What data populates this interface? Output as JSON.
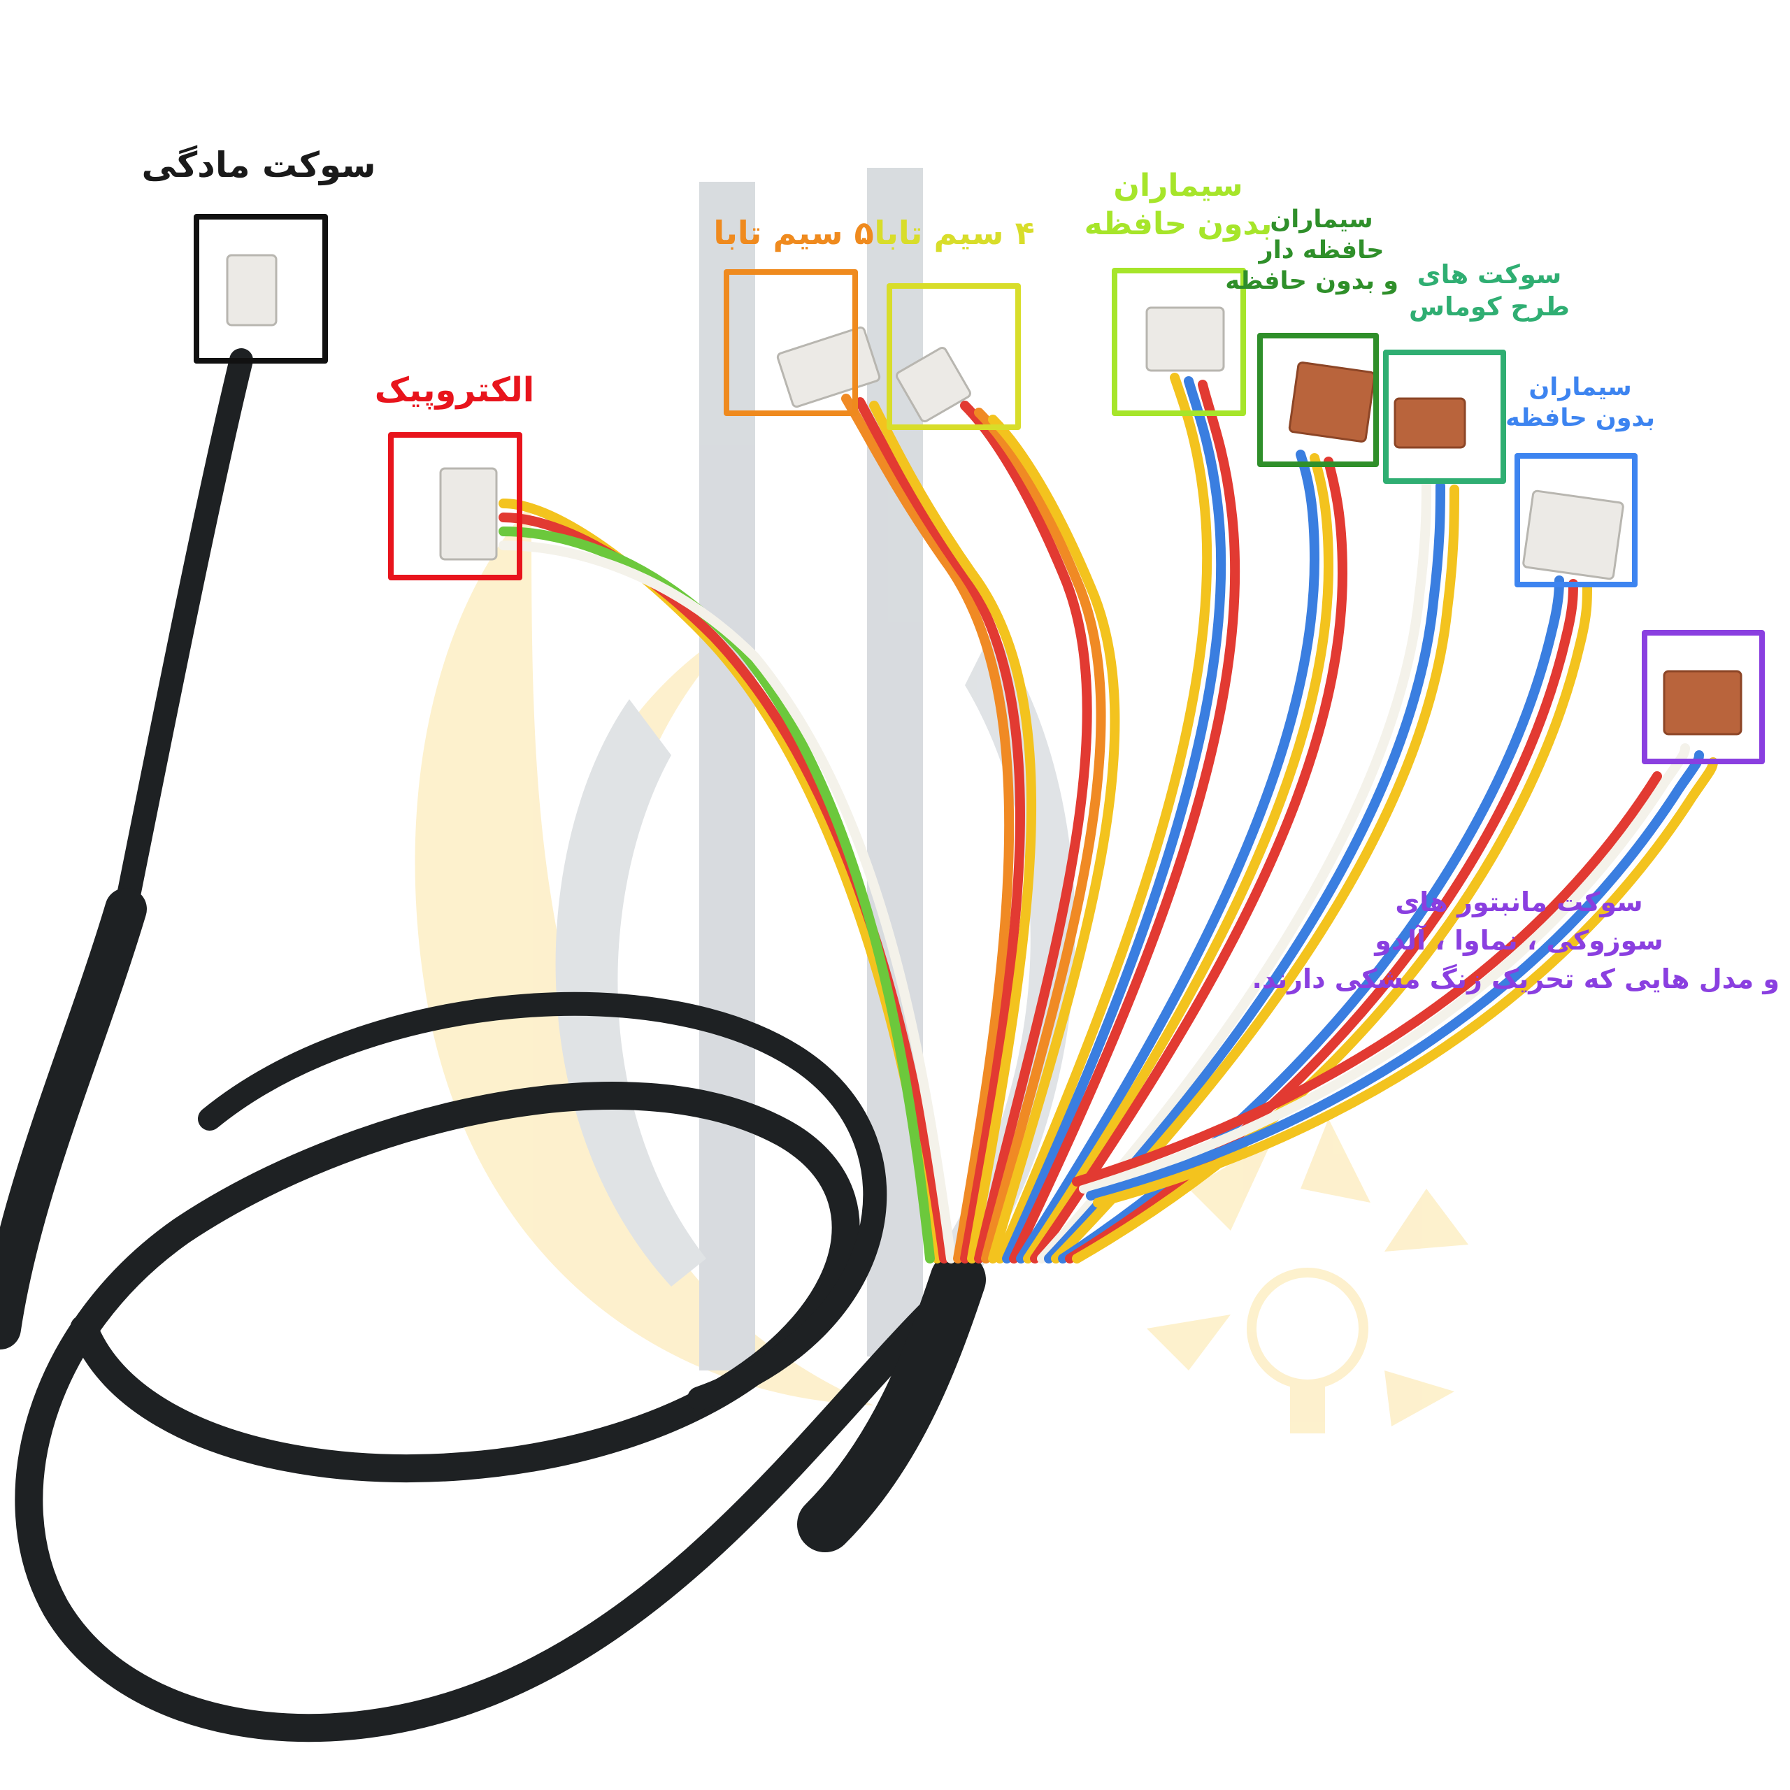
{
  "labels": {
    "female_socket": {
      "text": "سوکت مادگی",
      "color": "#1a1a1a"
    },
    "electropic": {
      "text": "الکتروپیک",
      "color": "#e8141c"
    },
    "taba5": {
      "text": "۵ سیم تابا",
      "color": "#ef8a1e"
    },
    "taba4": {
      "text": "۴ سیم تابا",
      "color": "#d8dd2a"
    },
    "simaran_no_memory_1": {
      "line1": "سیماران",
      "line2": "بدون حافظه",
      "color": "#a6e52a"
    },
    "simaran_memory": {
      "line1": "سیماران",
      "line2": "حافظه دار",
      "line3": "و بدون حافظه",
      "color": "#2f8f2a"
    },
    "komas": {
      "line1": "سوکت های",
      "line2": "طرح کوماس",
      "color": "#2fae72"
    },
    "simaran_no_memory_2": {
      "line1": "سیماران",
      "line2": "بدون حافظه",
      "color": "#3d84f0"
    },
    "suzuki": {
      "line1": "سوکت مانبتور های",
      "line2": "سوزوکی ، نماوا ، آلدو",
      "line3": "و مدل هایی که تحریک زنگ مشکی دارند.",
      "color": "#8a3fe0"
    }
  },
  "colors": {
    "cable_black": "#1e2123",
    "watermark_gray": "#d4d8dc",
    "watermark_yellow": "#fdefc8",
    "wire_red": "#e23a32",
    "wire_yellow": "#f3c31e",
    "wire_blue": "#3a7ee0",
    "wire_white": "#f4f2ea",
    "wire_orange": "#f08a24",
    "wire_green": "#6cc83c",
    "connector_white": "#eceae6",
    "connector_brown": "#b9643c"
  }
}
